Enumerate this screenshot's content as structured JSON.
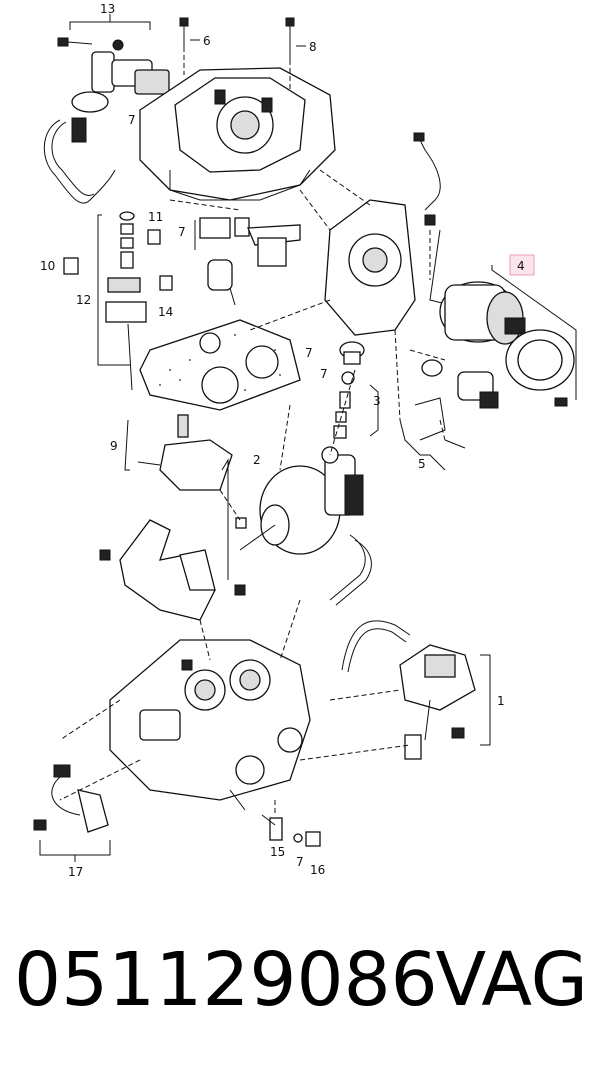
{
  "callouts": {
    "c1": "1",
    "c2": "2",
    "c3": "3",
    "c4": "4",
    "c5": "5",
    "c6": "6",
    "c7a": "7",
    "c7b": "7",
    "c7c": "7",
    "c7d": "7",
    "c7e": "7",
    "c8": "8",
    "c9": "9",
    "c10": "10",
    "c11": "11",
    "c12": "12",
    "c13": "13",
    "c14": "14",
    "c15": "15",
    "c16": "16",
    "c17": "17"
  },
  "highlight_color": "#e8a0b3",
  "footer": {
    "part_number": "051129086",
    "brand": "VAG"
  }
}
